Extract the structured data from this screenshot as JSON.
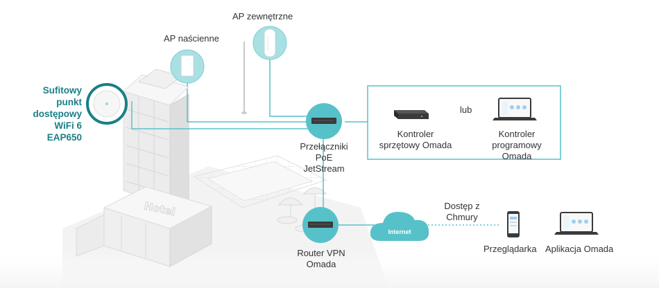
{
  "labels": {
    "ap_outdoor": "AP zewnętrzne",
    "ap_wall": "AP naścienne",
    "ceiling_ap": [
      "Sufitowy",
      "punkt",
      "dostępowy",
      "WiFi 6",
      "EAP650"
    ],
    "switch": [
      "Przełączniki",
      "PoE",
      "JetStream"
    ],
    "lub": "lub",
    "hw_controller": [
      "Kontroler",
      "sprzętowy Omada"
    ],
    "sw_controller": [
      "Kontroler",
      "programowy",
      "Omada"
    ],
    "router": [
      "Router VPN",
      "Omada"
    ],
    "internet": "Internet",
    "cloud_access": [
      "Dostęp z",
      "Chmury"
    ],
    "browser": "Przeglądarka",
    "app": "Aplikacja Omada",
    "hotel_sign": "Hotel"
  },
  "colors": {
    "accent": "#56c1c9",
    "accent_dark": "#1a7f86",
    "building": "#eeeeee",
    "device_dark": "#3a3a3a"
  },
  "icons": [
    "ceiling-ap-icon",
    "wall-ap-icon",
    "outdoor-ap-icon",
    "switch-icon",
    "hardware-controller-icon",
    "software-controller-laptop-icon",
    "router-icon",
    "internet-cloud-icon",
    "phone-icon",
    "app-laptop-icon"
  ]
}
